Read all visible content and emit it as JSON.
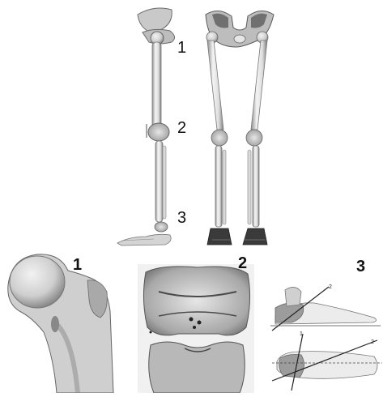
{
  "labels": {
    "top": [
      "1",
      "2",
      "3"
    ],
    "bottom": [
      "1",
      "2",
      "3"
    ],
    "foot_axes": [
      "2",
      "1",
      "2"
    ]
  }
}
